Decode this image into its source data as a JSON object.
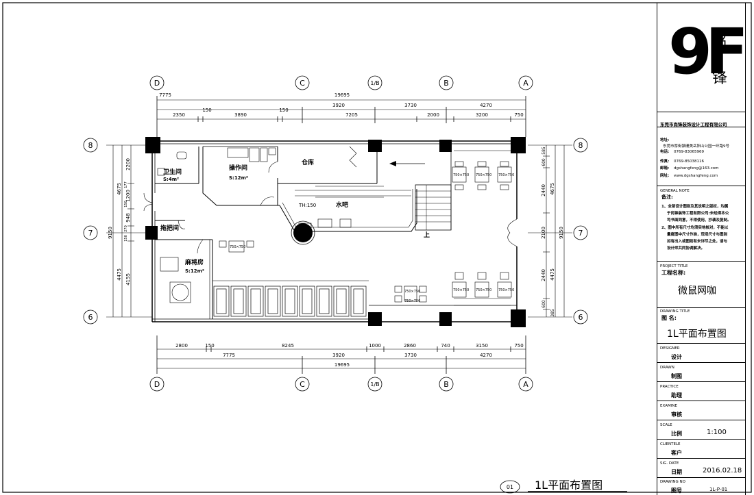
{
  "title_block": {
    "logo_number": "9F",
    "logo_chars": [
      "尚",
      "锋"
    ],
    "company": "东莞市尚锋装饰设计工程有限公司",
    "address_label": "地址:",
    "address": "东莞市厚街镇珊美岳阳山公园一环路9号",
    "phone_label": "电话:",
    "phone": "0769-83065969",
    "fax_label": "传真:",
    "fax": "0769-85038116",
    "email_label": "邮箱:",
    "email": "dgshangfeng@163.com",
    "web_label": "网址:",
    "web": "www.dgshangfeng.com",
    "general_note_en": "GENERAL NOTE",
    "general_note_cn": "备注:",
    "notes": [
      "1、全部设计图则及其说明之版权，均属",
      "于尚锋装饰工程有限公司:未经得本公",
      "司书面同意，不得使用、抄袭及复制。",
      "2、图中所有尺寸均须实地核对，不能以",
      "量度图中尺寸作准，现场尺寸与图则",
      "如有出入或图则有未详尽之处，请与",
      "设计师共同协调解决。"
    ],
    "project_title_en": "PROJECT TITLE",
    "project_title_cn": "工程名称:",
    "project_name": "微鼠网咖",
    "drawing_title_en": "DRAWING TITLE",
    "drawing_title_cn": "图    名:",
    "drawing_name": "1L平面布置图",
    "designer_en": "DESIGNER",
    "designer_cn": "设计",
    "drawn_en": "DRAWN",
    "drawn_cn": "制图",
    "practice_en": "PRACTICE",
    "practice_cn": "助理",
    "examine_en": "EXAMINE",
    "examine_cn": "审核",
    "scale_en": "SCALE",
    "scale_cn": "比例",
    "scale_value": "1:100",
    "client_en": "CLIENTELE",
    "client_cn": "客户",
    "date_en": "SIG. DATE",
    "date_cn": "日期",
    "date_value": "2016.02.18",
    "drawing_no_en": "DRAWING NO",
    "drawing_no_cn": "图号",
    "drawing_no_value": "1L-P-01"
  },
  "plan": {
    "bottom_title_num": "01",
    "bottom_title": "1L平面布置图",
    "axes_x": [
      "D",
      "C",
      "1/B",
      "B",
      "A"
    ],
    "axes_y": [
      "8",
      "7",
      "6"
    ],
    "top_dims_row1": [
      "7775",
      "3920",
      "3730",
      "4270"
    ],
    "top_total": "19695",
    "top_dims_row2": [
      "2350",
      "150",
      "3890",
      "150",
      "7205",
      "2000",
      "3200",
      "750"
    ],
    "bottom_dims_row1": [
      "2800",
      "150",
      "8245",
      "1000",
      "2860",
      "740",
      "3150",
      "750"
    ],
    "bottom_dims_row2": [
      "7775",
      "3920",
      "3730",
      "4270"
    ],
    "bottom_total": "19695",
    "left_dims_a": [
      "4675",
      "4475"
    ],
    "left_dims_b": [
      "2200",
      "1200",
      "948",
      "4155"
    ],
    "left_small": [
      "177",
      "150",
      "270",
      "150"
    ],
    "left_total": "9150",
    "right_dims_a": [
      "585",
      "600",
      "2440",
      "2100",
      "2440",
      "600",
      "385"
    ],
    "right_dims_b": [
      "4675",
      "4475"
    ],
    "right_total": "9150",
    "rooms": {
      "toilet": "卫生间",
      "toilet_area": "S:4m²",
      "prep": "操作间",
      "prep_area": "S:12m²",
      "storage": "仓库",
      "bar": "水吧",
      "bar_th": "TH:150",
      "mop": "拖把间",
      "mahjong": "麻将房",
      "mahjong_area": "S:12m²",
      "up": "上"
    },
    "table_size": "750×750"
  }
}
